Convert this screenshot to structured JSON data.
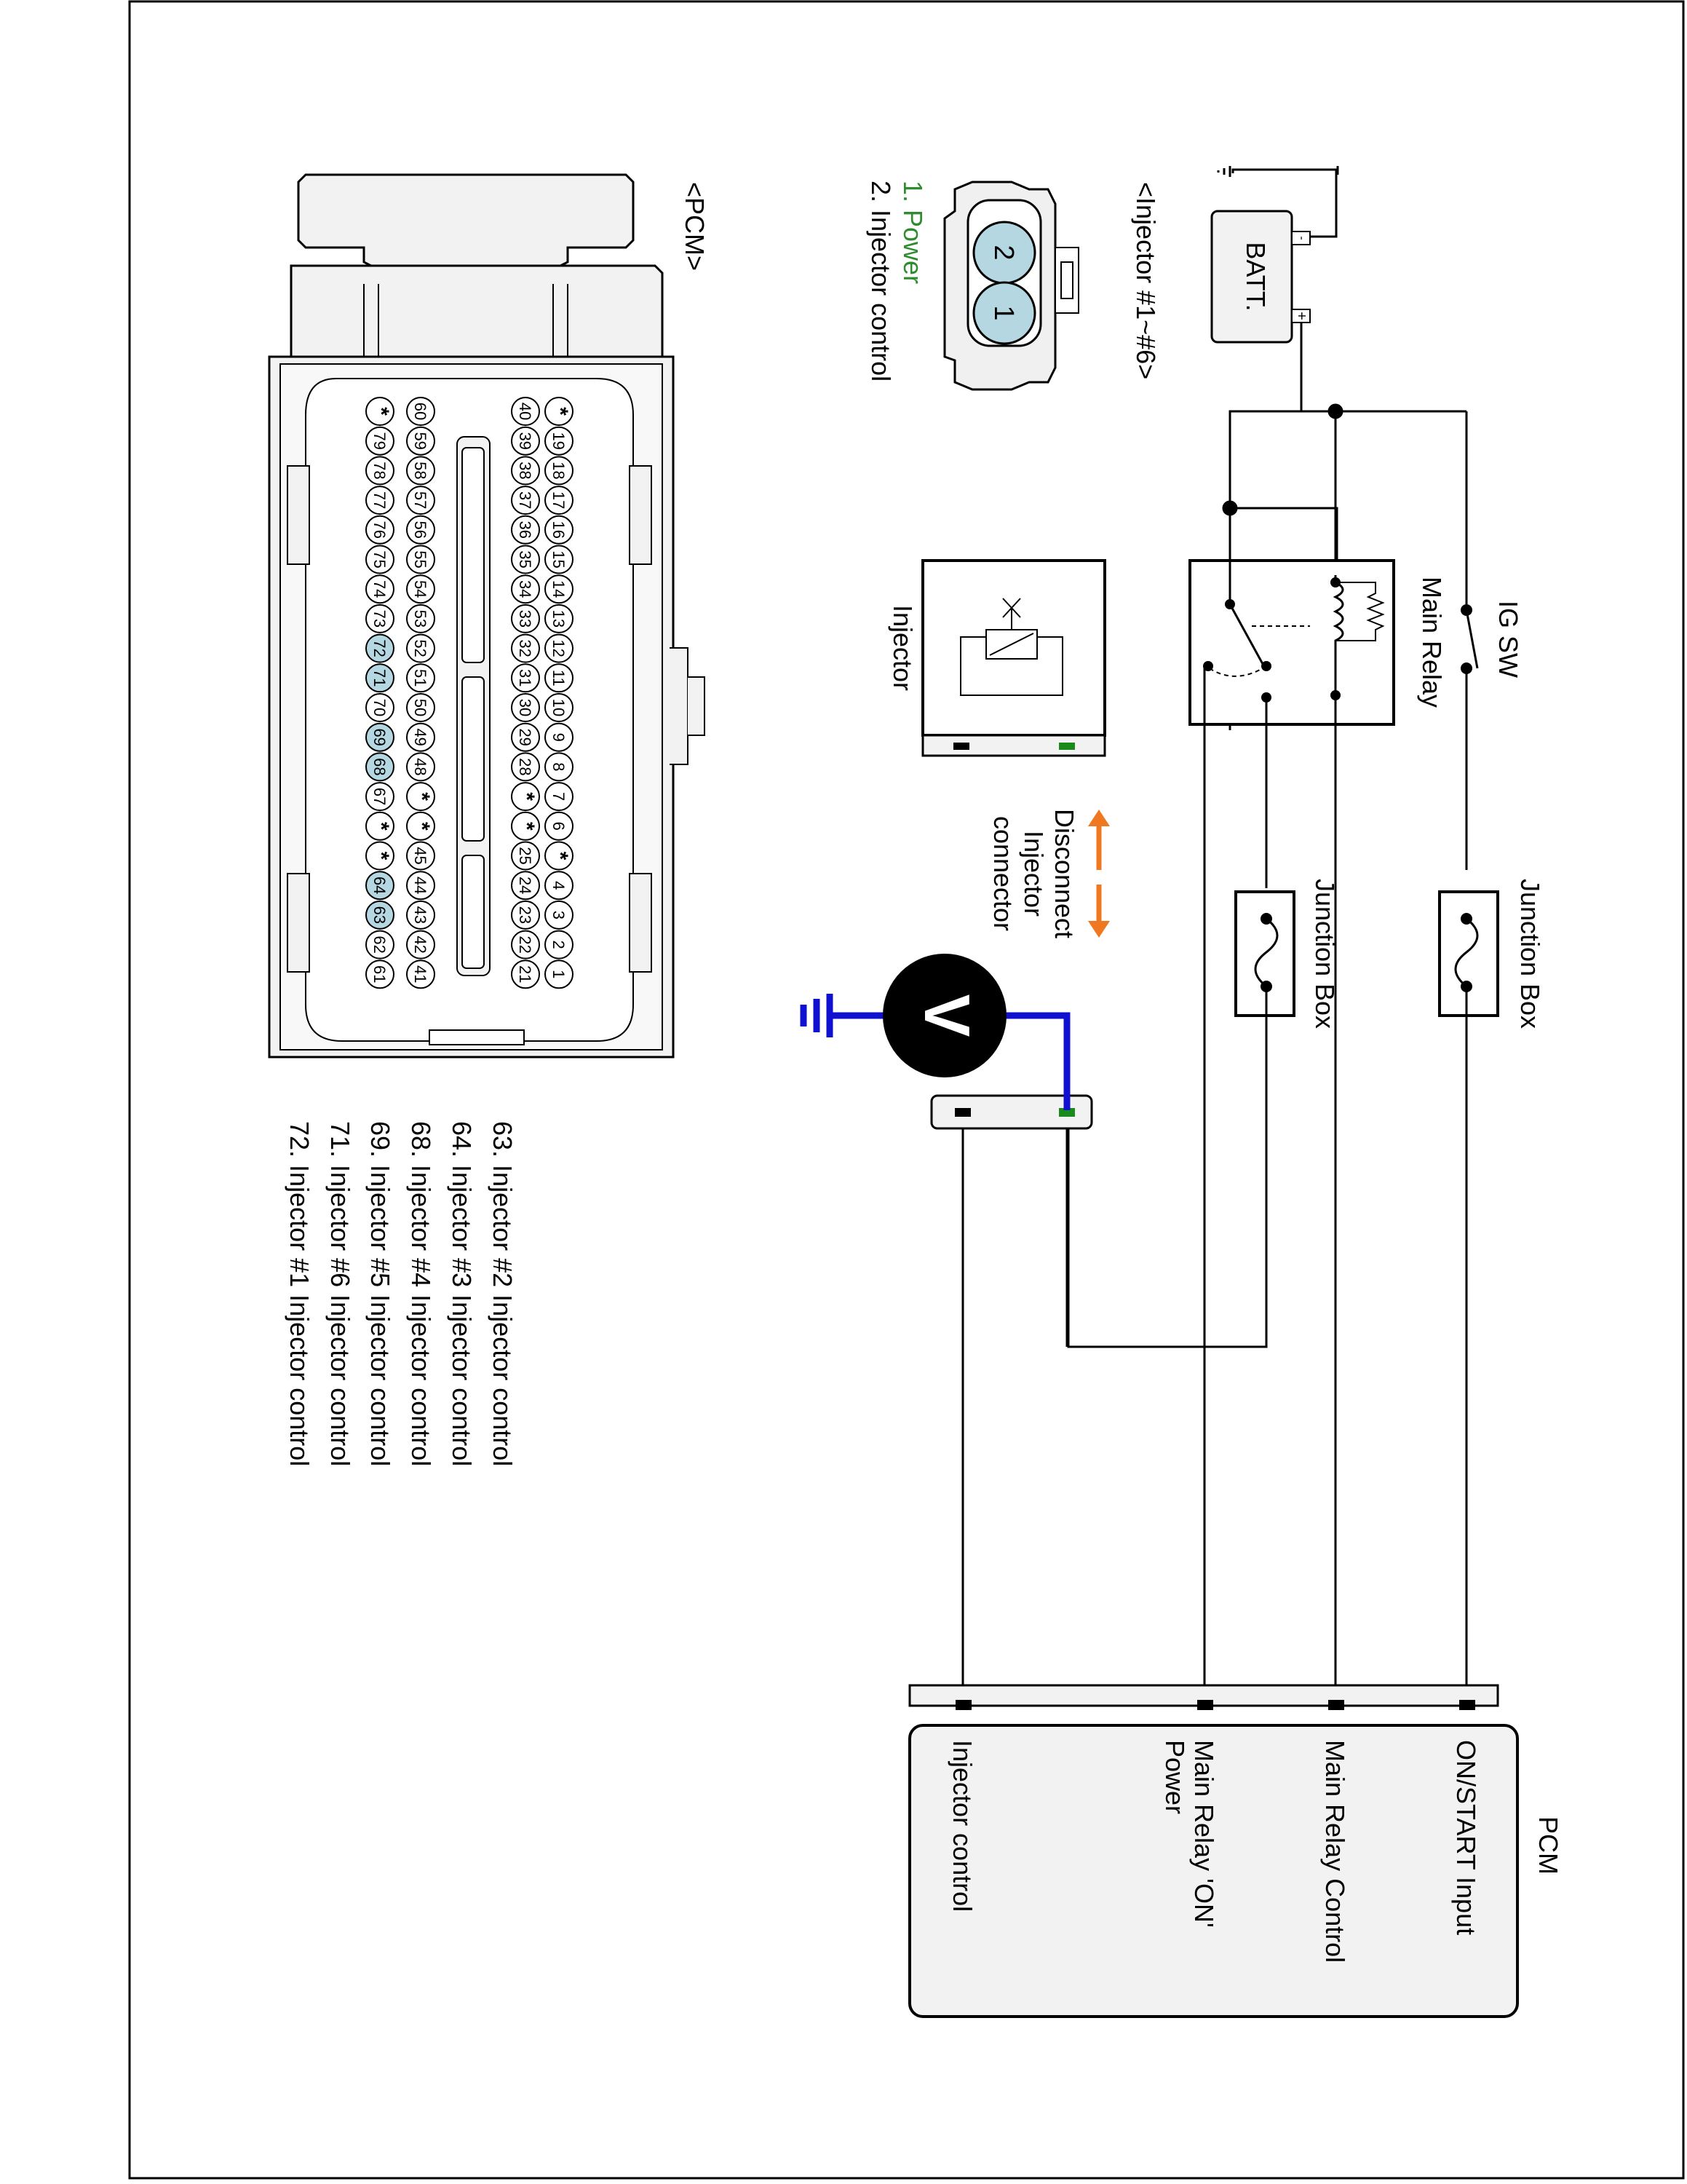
{
  "labels": {
    "batt": "BATT.",
    "ig_sw": "IG SW",
    "main_relay": "Main Relay",
    "junction_box": "Junction Box",
    "injector": "Injector",
    "disconnect_line1": "Disconnect",
    "disconnect_line2": "Injector",
    "disconnect_line3": "connector",
    "voltmeter": "V",
    "plus": "+",
    "minus": "-"
  },
  "pcm_box": {
    "title": "PCM",
    "pins": [
      {
        "label": "ON/START Input"
      },
      {
        "label": "Main Relay Control"
      },
      {
        "label_line1": "Main Relay 'ON'",
        "label_line2": "Power"
      },
      {
        "label": "Injector control"
      }
    ]
  },
  "injector_connector": {
    "title": "<Injector #1~#6>",
    "pin_numbers": [
      "2",
      "1"
    ],
    "pins": [
      {
        "text": "1. Power",
        "color": "#2e8b2e"
      },
      {
        "text": "2. Injector control",
        "color": "#000000"
      }
    ]
  },
  "pcm_connector": {
    "title": "<PCM>",
    "rows": [
      [
        "*",
        "19",
        "18",
        "17",
        "16",
        "15",
        "14",
        "13",
        "12",
        "11",
        "10",
        "9",
        "8",
        "7",
        "6",
        "*",
        "4",
        "3",
        "2",
        "1"
      ],
      [
        "40",
        "39",
        "38",
        "37",
        "36",
        "35",
        "34",
        "33",
        "32",
        "31",
        "30",
        "29",
        "28",
        "*",
        "*",
        "25",
        "24",
        "23",
        "22",
        "21"
      ],
      [
        "60",
        "59",
        "58",
        "57",
        "56",
        "55",
        "54",
        "53",
        "52",
        "51",
        "50",
        "49",
        "48",
        "*",
        "*",
        "45",
        "44",
        "43",
        "42",
        "41"
      ],
      [
        "*",
        "79",
        "78",
        "77",
        "76",
        "75",
        "74",
        "73",
        "72",
        "71",
        "70",
        "69",
        "68",
        "67",
        "*",
        "*",
        "64",
        "63",
        "62",
        "61"
      ]
    ],
    "highlighted_pins": [
      "72",
      "71",
      "69",
      "68",
      "64",
      "63"
    ],
    "highlight_color": "#b4d7e2"
  },
  "pin_descriptions": [
    "63. Injector #2 Injector control",
    "64. Injector #3 Injector control",
    "68. Injector #4 Injector control",
    "69. Injector #5 Injector control",
    "71. Injector #6 Injector control",
    "72. Injector #1 Injector control"
  ],
  "colors": {
    "wire": "#000000",
    "meter_lead": "#1010d0",
    "arrow": "#f07820",
    "connector_fill": "#b4d7e2",
    "connector_body": "#f0f0f0",
    "green_pin": "#1a8a1a"
  }
}
